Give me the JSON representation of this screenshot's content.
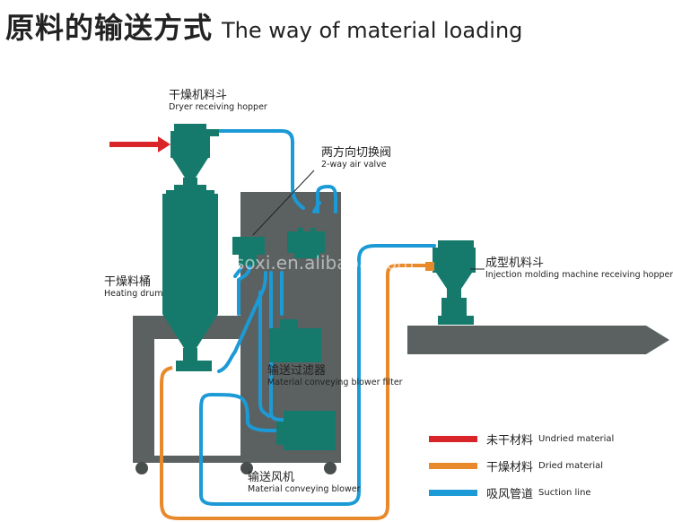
{
  "title": {
    "cn": "原料的输送方式",
    "en": "The  way of material loading"
  },
  "labels": {
    "dryer_hopper": {
      "cn": "干燥机料斗",
      "en": "Dryer receiving hopper"
    },
    "valve": {
      "cn": "两方向切换阀",
      "en": "2-way air valve"
    },
    "heating_drum": {
      "cn": "干燥料桶",
      "en": "Heating drum"
    },
    "molding_hopper": {
      "cn": "成型机料斗",
      "en": "Injection  molding machine receiving hopper"
    },
    "filter": {
      "cn": "输送过滤器",
      "en": "Material conveying blower filter"
    },
    "blower": {
      "cn": "输送风机",
      "en": "Material conveying blower"
    }
  },
  "legend": [
    {
      "cn": "未干材料",
      "en": "Undried material",
      "color": "#d9252a"
    },
    {
      "cn": "干燥材料",
      "en": "Dried material",
      "color": "#e8892b"
    },
    {
      "cn": "吸风管道",
      "en": "Suction line",
      "color": "#1c9ad6"
    }
  ],
  "watermark": "soxi.en.alibaba.com",
  "colors": {
    "machine": "#157a6c",
    "base": "#5a6160",
    "base_dark": "#484e4d",
    "undried": "#d9252a",
    "dried": "#e8892b",
    "suction": "#1c9ad6"
  }
}
